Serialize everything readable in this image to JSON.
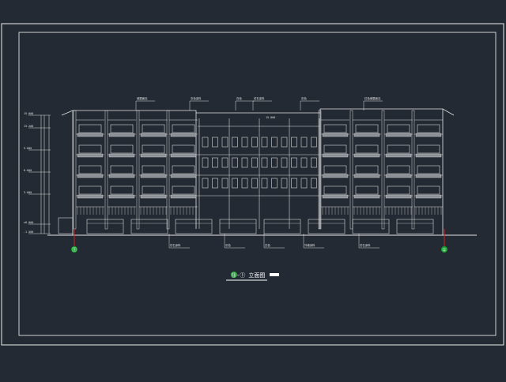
{
  "colors": {
    "background": "#232a33",
    "drawing_line": "#d8d8d8",
    "axis_marker": "#18a030",
    "axis_line": "#d02020"
  },
  "drawing": {
    "caption": "⑬-① 立面图",
    "axis_labels": {
      "left": "⑪",
      "right": "①"
    },
    "elevation_marks": [
      "15.600",
      "13.200",
      "9.600",
      "6.600",
      "3.600",
      "±0.000",
      "-1.500"
    ],
    "top_callouts": [
      "坡屋面瓦",
      "灰色涂料",
      "白色",
      "仿石涂料",
      "灰色",
      "红色坡屋面瓦"
    ],
    "bottom_callouts": [
      "仿石涂料",
      "灰色",
      "白色",
      "外墙涂料",
      "仿石涂料"
    ],
    "center_mark": "15.000"
  }
}
